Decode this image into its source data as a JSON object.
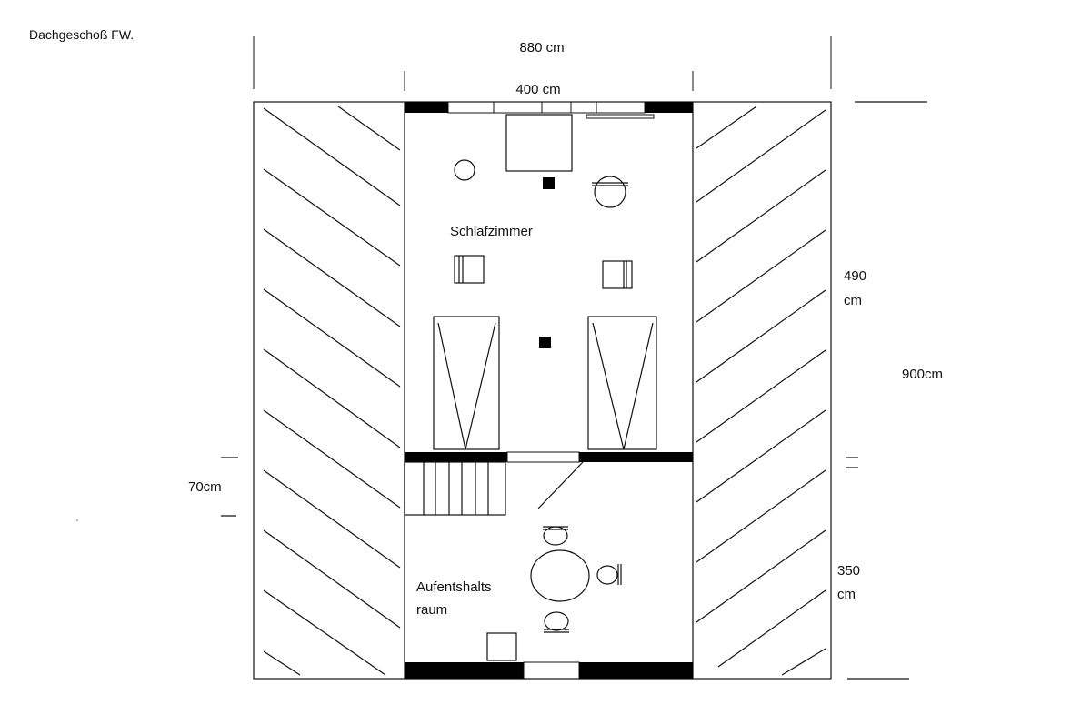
{
  "title": "Dachgeschoß FW.",
  "dimensions": {
    "total_width": "880 cm",
    "inner_width": "400 cm",
    "upper_height_value": "490",
    "upper_height_unit": "cm",
    "total_height": "900cm",
    "stair_gap": "70cm",
    "lower_height_value": "350",
    "lower_height_unit": "cm"
  },
  "rooms": {
    "bedroom": "Schlafzimmer",
    "lounge_line1": "Aufentshalts",
    "lounge_line2": "raum"
  },
  "colors": {
    "ink": "#111111",
    "wall": "#000000",
    "background": "#ffffff"
  }
}
